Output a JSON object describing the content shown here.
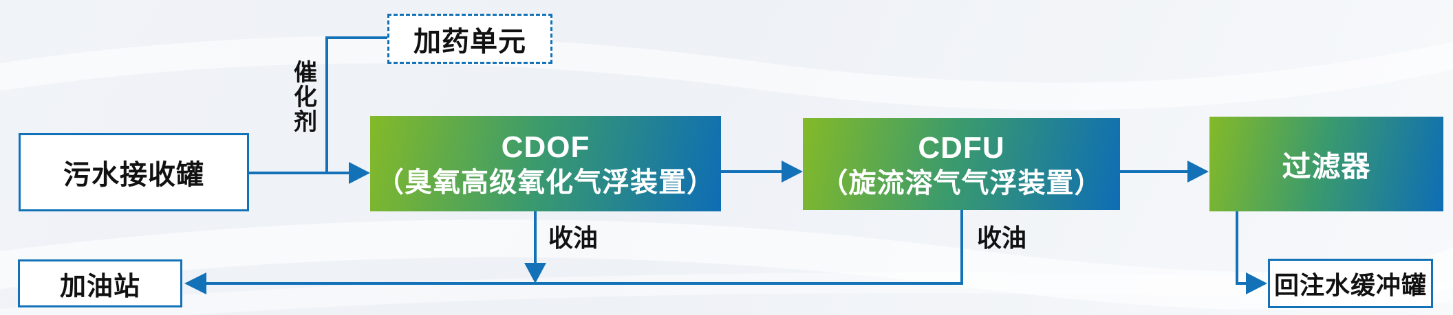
{
  "diagram": {
    "nodes": {
      "sewage_tank": {
        "label": "污水接收罐"
      },
      "dosing_unit": {
        "label": "加药单元"
      },
      "cdof": {
        "title": "CDOF",
        "subtitle": "（臭氧高级氧化气浮装置）"
      },
      "cdfu": {
        "title": "CDFU",
        "subtitle": "（旋流溶气气浮装置）"
      },
      "filter": {
        "label": "过滤器"
      },
      "gas_station": {
        "label": "加油站"
      },
      "reinjection_tank": {
        "label": "回注水缓冲罐"
      }
    },
    "edge_labels": {
      "catalyst": "催化剂",
      "oil_recovery_cdof": "收油",
      "oil_recovery_cdfu": "收油"
    },
    "colors": {
      "flow_line": "#1271b7",
      "box_border": "#1271b7",
      "gradient_green": "#84ba28",
      "gradient_blue": "#0e6db5",
      "text_dark": "#111111",
      "text_light": "#ffffff"
    }
  }
}
